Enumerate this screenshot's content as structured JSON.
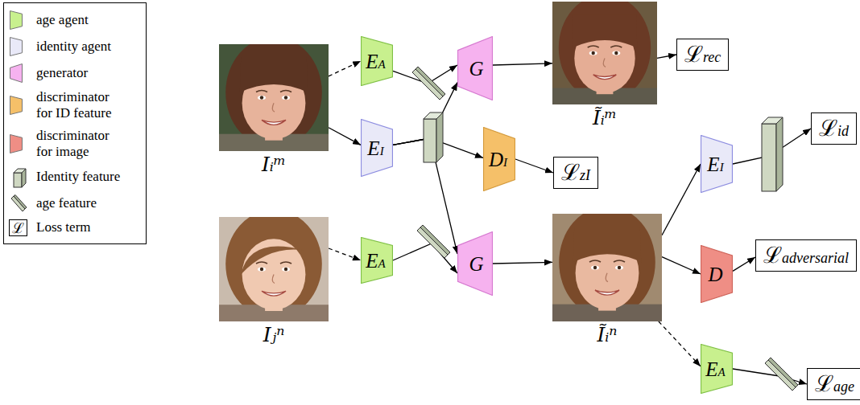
{
  "diagram": {
    "nodes": [
      {
        "text": [
          "Iᵢᵐ"
        ]
      },
      {
        "text": [
          "EA"
        ]
      },
      {
        "text": [
          "EI"
        ]
      },
      {
        "text": [
          "Iⱼⁿ"
        ]
      },
      {
        "text": [
          "EA"
        ]
      },
      {
        "text": [
          "G"
        ]
      },
      {
        "text": [
          "DI"
        ]
      },
      {
        "text": [
          "G"
        ]
      },
      {
        "text": [
          "Ĩᵢᵐ"
        ]
      },
      {
        "text": [
          "ℒrec"
        ]
      },
      {
        "text": [
          "ℒzI"
        ]
      },
      {
        "text": [
          "Ĩᵢⁿ"
        ]
      },
      {
        "text": [
          "EI"
        ]
      },
      {
        "text": [
          "D"
        ]
      },
      {
        "text": [
          "EA"
        ]
      },
      {
        "text": [
          "ℒid"
        ]
      },
      {
        "text": [
          "ℒadversarial"
        ]
      },
      {
        "text": [
          "ℒage"
        ]
      }
    ],
    "edges": [
      {
        "from": 0,
        "to": 1,
        "arrow": "to"
      },
      {
        "from": 0,
        "to": 2,
        "arrow": "to"
      },
      {
        "from": 1,
        "to": 5,
        "arrow": "to"
      },
      {
        "from": 2,
        "to": 5,
        "arrow": "to"
      },
      {
        "from": 2,
        "to": 6,
        "arrow": "to"
      },
      {
        "from": 2,
        "to": 7,
        "arrow": "to"
      },
      {
        "from": 3,
        "to": 4,
        "arrow": "to"
      },
      {
        "from": 4,
        "to": 7,
        "arrow": "to"
      },
      {
        "from": 5,
        "to": 8,
        "arrow": "to"
      },
      {
        "from": 8,
        "to": 9,
        "arrow": "to"
      },
      {
        "from": 6,
        "to": 10,
        "arrow": "to"
      },
      {
        "from": 7,
        "to": 11,
        "arrow": "to"
      },
      {
        "from": 11,
        "to": 12,
        "arrow": "to"
      },
      {
        "from": 11,
        "to": 13,
        "arrow": "to"
      },
      {
        "from": 11,
        "to": 14,
        "arrow": "to"
      },
      {
        "from": 12,
        "to": 15,
        "arrow": "to"
      },
      {
        "from": 13,
        "to": 16,
        "arrow": "to"
      },
      {
        "from": 14,
        "to": 17,
        "arrow": "to"
      }
    ],
    "labels": [
      "ℒ"
    ],
    "legend": [
      {
        "text": "age agent",
        "color": "#c8f08e"
      },
      {
        "text": "identity agent",
        "color": "#e9e9f8"
      },
      {
        "text": "generator",
        "color": "#f6b2ef"
      },
      {
        "text": "discriminator for ID feature",
        "color": "#f5c069"
      },
      {
        "text": "discriminator for image",
        "color": "#ef8e85"
      },
      {
        "text": "Identity feature"
      },
      {
        "text": "age feature"
      },
      {
        "text": "Loss term"
      }
    ]
  }
}
